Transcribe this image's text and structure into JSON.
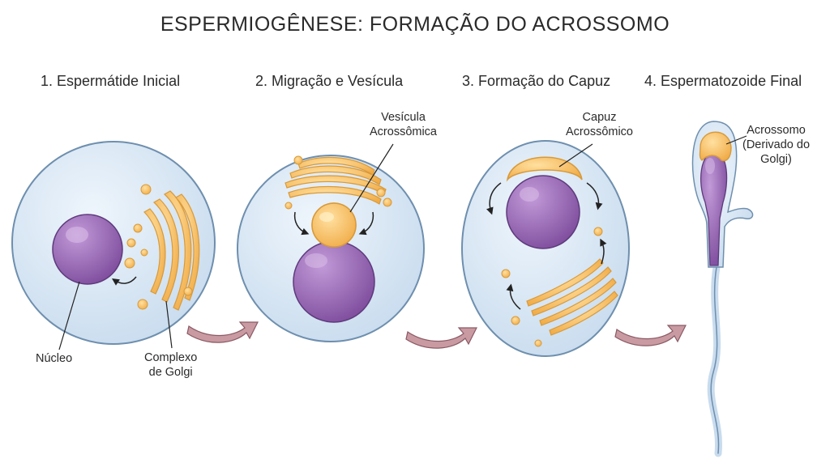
{
  "title": "ESPERMIOGÊNESE: FORMAÇÃO DO ACROSSOMO",
  "stages": [
    {
      "label": "1. Espermátide Inicial"
    },
    {
      "label": "2. Migração e Vesícula"
    },
    {
      "label": "3. Formação do Capuz"
    },
    {
      "label": "4. Espermatozoide Final"
    }
  ],
  "annotations": {
    "nucleus": "Núcleo",
    "golgi_line1": "Complexo",
    "golgi_line2": "de Golgi",
    "vesicle_line1": "Vesícula",
    "vesicle_line2": "Acrossômica",
    "cap_line1": "Capuz",
    "cap_line2": "Acrossômico",
    "acrosome_line1": "Acrossomo",
    "acrosome_line2": "(Derivado do",
    "acrosome_line3": "Golgi)"
  },
  "colors": {
    "cell_fill": "#d8e8f6",
    "cell_stroke": "#6e8fae",
    "nucleus": "#9b6bb8",
    "golgi": "#f6c266",
    "golgi_stroke": "#d89a3a",
    "stage_arrow": "#c99aa2"
  }
}
